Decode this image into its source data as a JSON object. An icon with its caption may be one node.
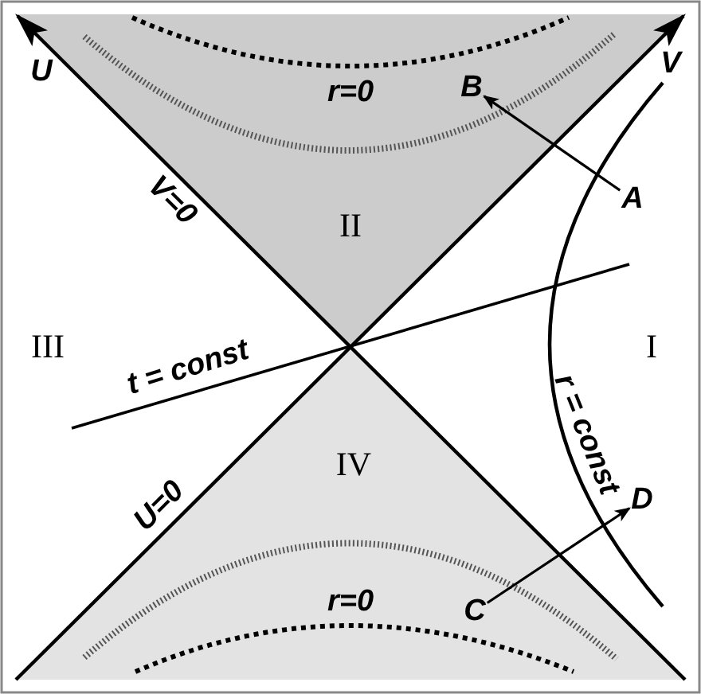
{
  "diagram": {
    "nodes": [
      {
        "text": [
          "A"
        ]
      },
      {
        "text": [
          "B"
        ]
      },
      {
        "text": [
          "C"
        ]
      },
      {
        "text": [
          "D"
        ]
      }
    ],
    "edges": [
      {
        "from": 0,
        "to": 1,
        "arrow": "to"
      },
      {
        "from": 2,
        "to": 3,
        "arrow": "to"
      }
    ],
    "labels": [
      "U",
      "V",
      "r=0",
      "II",
      "V=0",
      "III",
      "t = const",
      "I",
      "r = const",
      "IV",
      "U=0",
      "r=0"
    ]
  }
}
